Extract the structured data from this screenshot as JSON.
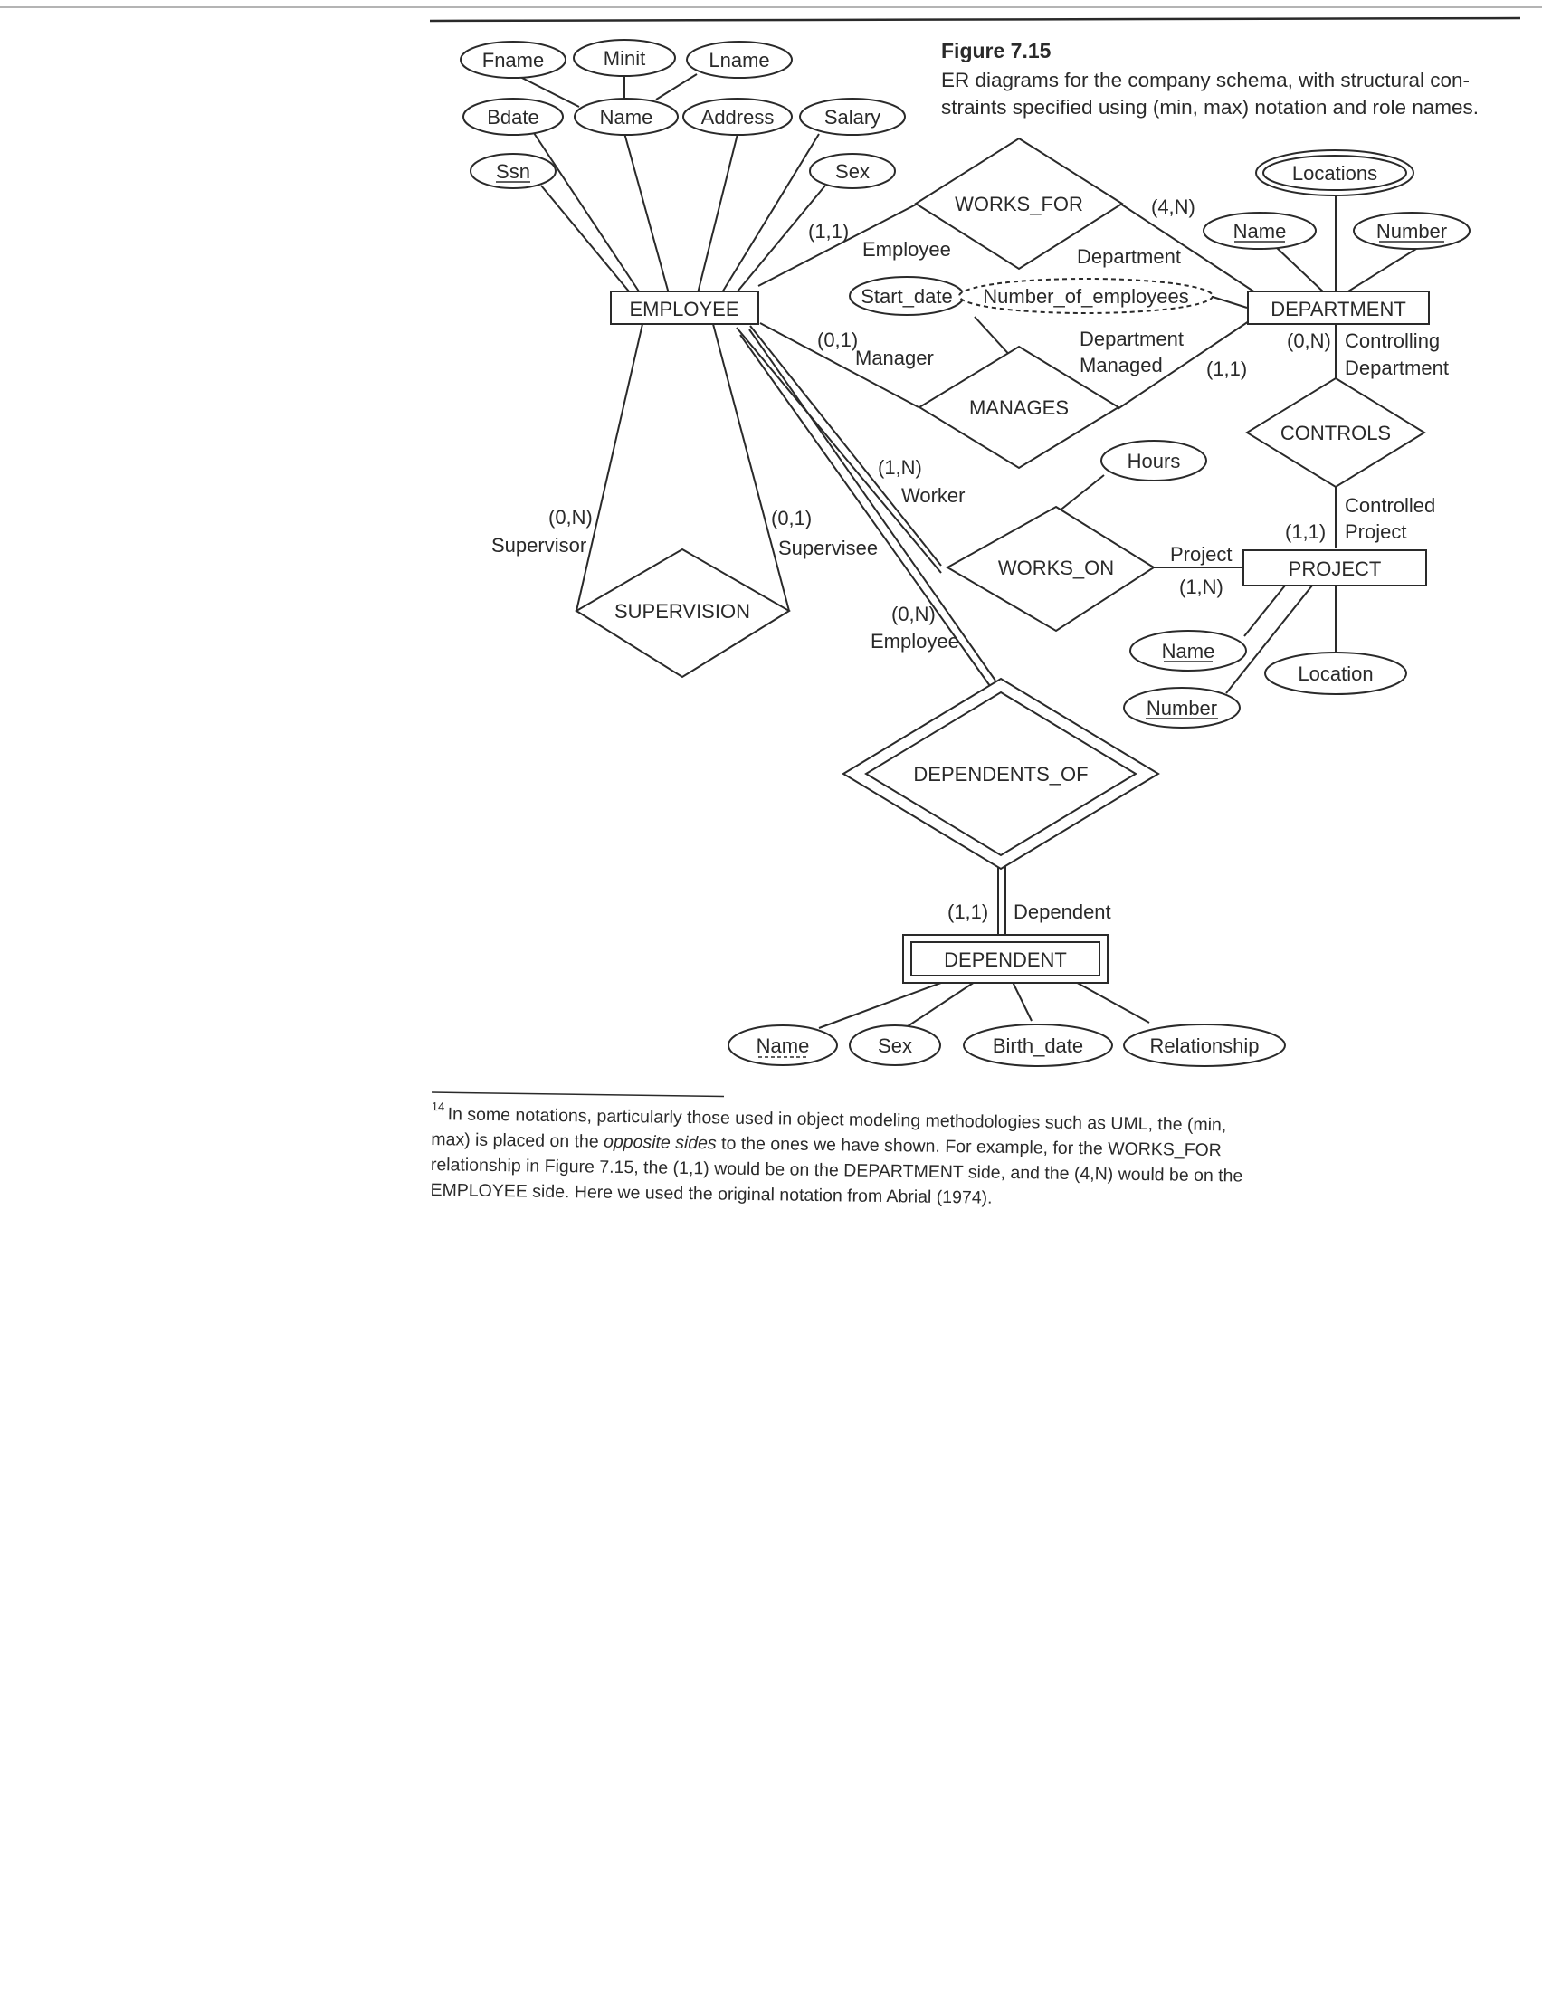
{
  "caption": {
    "title": "Figure 7.15",
    "lines": [
      "ER diagrams for the company schema, with structural con-",
      "straints specified using (min, max) notation and role names."
    ]
  },
  "entities": {
    "employee": "EMPLOYEE",
    "department": "DEPARTMENT",
    "project": "PROJECT",
    "dependent": "DEPENDENT"
  },
  "relationships": {
    "works_for": "WORKS_FOR",
    "manages": "MANAGES",
    "works_on": "WORKS_ON",
    "controls": "CONTROLS",
    "supervision": "SUPERVISION",
    "dependents_of": "DEPENDENTS_OF"
  },
  "attributes": {
    "fname": "Fname",
    "minit": "Minit",
    "lname": "Lname",
    "bdate": "Bdate",
    "emp_name": "Name",
    "address": "Address",
    "salary": "Salary",
    "ssn": "Ssn",
    "emp_sex": "Sex",
    "locations": "Locations",
    "dept_name": "Name",
    "dept_number": "Number",
    "start_date": "Start_date",
    "number_of_employees": "Number_of_employees",
    "hours": "Hours",
    "proj_name": "Name",
    "proj_number": "Number",
    "location": "Location",
    "dep_name": "Name",
    "dep_sex": "Sex",
    "birth_date": "Birth_date",
    "relationship": "Relationship"
  },
  "constraints": {
    "wf_employee": "(1,1)",
    "wf_department": "(4,N)",
    "mg_manager": "(0,1)",
    "mg_department": "(1,1)",
    "ct_controlling": "(0,N)",
    "ct_controlled": "(1,1)",
    "wo_worker": "(1,N)",
    "wo_project": "(1,N)",
    "sv_supervisor": "(0,N)",
    "sv_supervisee": "(0,1)",
    "do_employee": "(0,N)",
    "do_dependent": "(1,1)"
  },
  "roles": {
    "wf_employee": "Employee",
    "wf_department": "Department",
    "mg_manager": "Manager",
    "mg_department_1": "Department",
    "mg_department_2": "Managed",
    "ct_controlling_1": "Controlling",
    "ct_controlling_2": "Department",
    "ct_controlled_1": "Controlled",
    "ct_controlled_2": "Project",
    "wo_worker": "Worker",
    "wo_project": "Project",
    "sv_supervisor": "Supervisor",
    "sv_supervisee": "Supervisee",
    "do_employee": "Employee",
    "do_dependent": "Dependent"
  },
  "footnote": {
    "marker": "14",
    "line1": "In some notations, particularly those used in object modeling methodologies such as UML, the (min,",
    "line2_a": "max) is placed on the ",
    "line2_italic": "opposite sides",
    "line2_b": " to the ones we have shown. For example, for the WORKS_FOR",
    "line3": "relationship in Figure 7.15, the (1,1) would be on the DEPARTMENT side, and the (4,N) would be on the",
    "line4": "EMPLOYEE side. Here we used the original notation from Abrial (1974)."
  }
}
